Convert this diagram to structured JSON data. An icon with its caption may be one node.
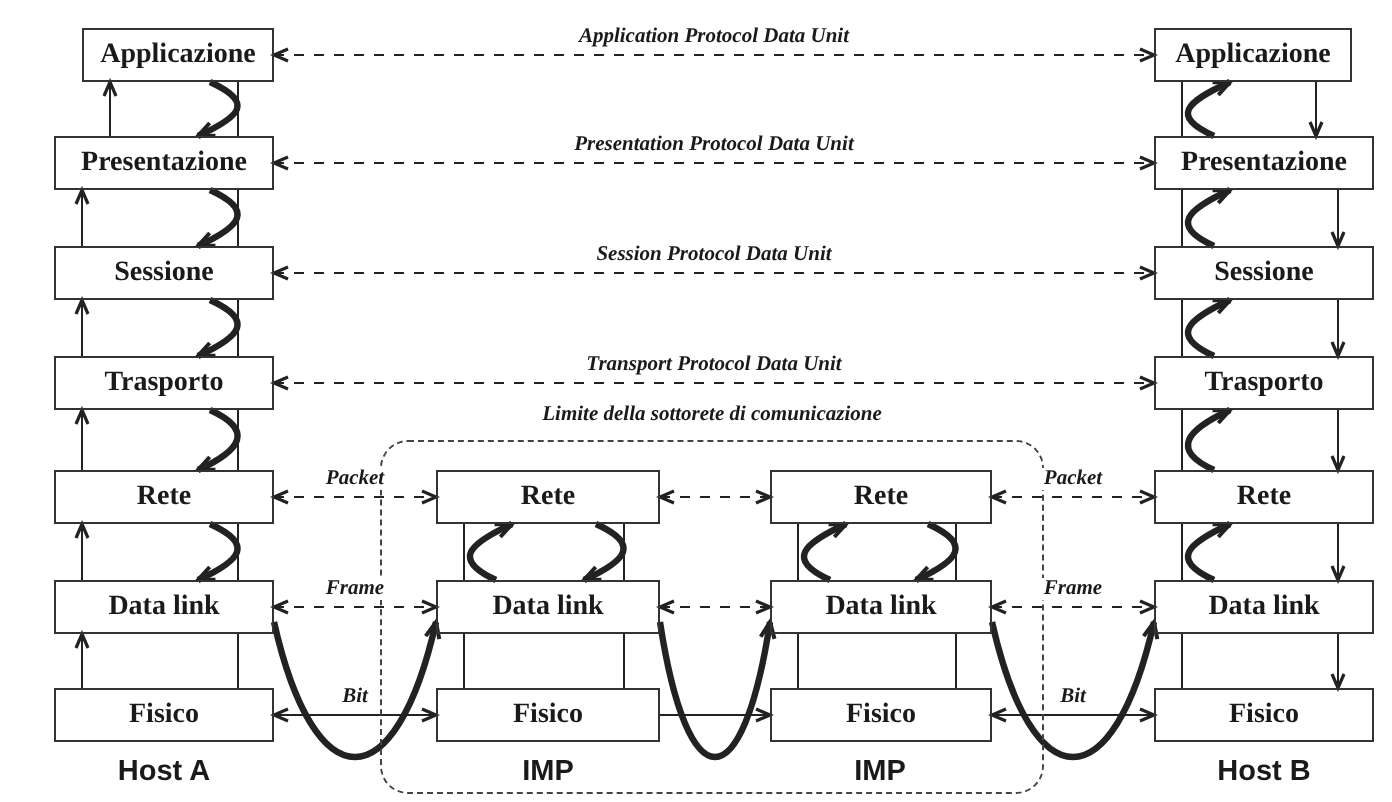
{
  "diagram": {
    "nodes": [
      {
        "text": [
          "Applicazione"
        ]
      },
      {
        "text": [
          "Presentazione"
        ]
      },
      {
        "text": [
          "Sessione"
        ]
      },
      {
        "text": [
          "Trasporto"
        ]
      },
      {
        "text": [
          "Rete"
        ]
      },
      {
        "text": [
          "Data link"
        ]
      },
      {
        "text": [
          "Fisico"
        ]
      },
      {
        "text": [
          "Limite della sottorete di comunicazione"
        ]
      },
      {
        "text": [
          "Rete"
        ],
        "in": 7
      },
      {
        "text": [
          "Data link"
        ],
        "in": 7
      },
      {
        "text": [
          "Fisico"
        ],
        "in": 7
      },
      {
        "text": [
          "Rete"
        ],
        "in": 7
      },
      {
        "text": [
          "Data link"
        ],
        "in": 7
      },
      {
        "text": [
          "Fisico"
        ],
        "in": 7
      },
      {
        "text": [
          "Applicazione"
        ]
      },
      {
        "text": [
          "Presentazione"
        ]
      },
      {
        "text": [
          "Sessione"
        ]
      },
      {
        "text": [
          "Trasporto"
        ]
      },
      {
        "text": [
          "Rete"
        ]
      },
      {
        "text": [
          "Data link"
        ]
      },
      {
        "text": [
          "Fisico"
        ]
      }
    ],
    "edges": [
      {
        "from": 6,
        "to": 5,
        "arrow": "to"
      },
      {
        "from": 5,
        "to": 4,
        "arrow": "to"
      },
      {
        "from": 4,
        "to": 3,
        "arrow": "to"
      },
      {
        "from": 3,
        "to": 2,
        "arrow": "to"
      },
      {
        "from": 2,
        "to": 1,
        "arrow": "to"
      },
      {
        "from": 1,
        "to": 0,
        "arrow": "to"
      },
      {
        "from": 0,
        "to": 1,
        "arrow": "none"
      },
      {
        "from": 1,
        "to": 2,
        "arrow": "none"
      },
      {
        "from": 2,
        "to": 3,
        "arrow": "none"
      },
      {
        "from": 3,
        "to": 4,
        "arrow": "none"
      },
      {
        "from": 4,
        "to": 5,
        "arrow": "none"
      },
      {
        "from": 5,
        "to": 6,
        "arrow": "none"
      },
      {
        "from": 10,
        "to": 9,
        "arrow": "none"
      },
      {
        "from": 9,
        "to": 8,
        "arrow": "none"
      },
      {
        "from": 8,
        "to": 9,
        "arrow": "none"
      },
      {
        "from": 9,
        "to": 10,
        "arrow": "none"
      },
      {
        "from": 13,
        "to": 12,
        "arrow": "none"
      },
      {
        "from": 12,
        "to": 11,
        "arrow": "none"
      },
      {
        "from": 11,
        "to": 12,
        "arrow": "none"
      },
      {
        "from": 12,
        "to": 13,
        "arrow": "none"
      },
      {
        "from": 14,
        "to": 15,
        "arrow": "to"
      },
      {
        "from": 15,
        "to": 16,
        "arrow": "to"
      },
      {
        "from": 16,
        "to": 17,
        "arrow": "to"
      },
      {
        "from": 17,
        "to": 18,
        "arrow": "to"
      },
      {
        "from": 18,
        "to": 19,
        "arrow": "to"
      },
      {
        "from": 19,
        "to": 20,
        "arrow": "to"
      },
      {
        "from": 20,
        "to": 19,
        "arrow": "none"
      },
      {
        "from": 19,
        "to": 18,
        "arrow": "none"
      },
      {
        "from": 18,
        "to": 17,
        "arrow": "none"
      },
      {
        "from": 17,
        "to": 16,
        "arrow": "none"
      },
      {
        "from": 16,
        "to": 15,
        "arrow": "none"
      },
      {
        "from": 15,
        "to": 14,
        "arrow": "none"
      },
      {
        "from": 0,
        "to": 14,
        "arrow": "both",
        "style": "dashed",
        "label": "Application Protocol Data Unit"
      },
      {
        "from": 1,
        "to": 15,
        "arrow": "both",
        "style": "dashed",
        "label": "Presentation Protocol Data Unit"
      },
      {
        "from": 2,
        "to": 16,
        "arrow": "both",
        "style": "dashed",
        "label": "Session Protocol Data Unit"
      },
      {
        "from": 3,
        "to": 17,
        "arrow": "both",
        "style": "dashed",
        "label": "Transport Protocol Data Unit"
      },
      {
        "from": 4,
        "to": 8,
        "arrow": "both",
        "style": "dashed",
        "label": "Packet"
      },
      {
        "from": 8,
        "to": 11,
        "arrow": "both",
        "style": "dashed"
      },
      {
        "from": 11,
        "to": 18,
        "arrow": "both",
        "style": "dashed",
        "label": "Packet"
      },
      {
        "from": 5,
        "to": 9,
        "arrow": "both",
        "style": "dashed",
        "label": "Frame"
      },
      {
        "from": 9,
        "to": 12,
        "arrow": "both",
        "style": "dashed"
      },
      {
        "from": 12,
        "to": 19,
        "arrow": "both",
        "style": "dashed",
        "label": "Frame"
      },
      {
        "from": 6,
        "to": 10,
        "arrow": "both",
        "label": "Bit"
      },
      {
        "from": 10,
        "to": 13,
        "arrow": "to"
      },
      {
        "from": 13,
        "to": 20,
        "arrow": "both",
        "label": "Bit"
      },
      {
        "from": 0,
        "to": 1,
        "arrow": "to",
        "style": "thick"
      },
      {
        "from": 1,
        "to": 2,
        "arrow": "to",
        "style": "thick"
      },
      {
        "from": 2,
        "to": 3,
        "arrow": "to",
        "style": "thick"
      },
      {
        "from": 3,
        "to": 4,
        "arrow": "to",
        "style": "thick"
      },
      {
        "from": 4,
        "to": 5,
        "arrow": "to",
        "style": "thick"
      },
      {
        "from": 5,
        "to": 9,
        "arrow": "to",
        "style": "thick"
      },
      {
        "from": 9,
        "to": 8,
        "arrow": "to",
        "style": "thick"
      },
      {
        "from": 8,
        "to": 9,
        "arrow": "to",
        "style": "thick"
      },
      {
        "from": 9,
        "to": 12,
        "arrow": "to",
        "style": "thick"
      },
      {
        "from": 12,
        "to": 11,
        "arrow": "to",
        "style": "thick"
      },
      {
        "from": 11,
        "to": 12,
        "arrow": "to",
        "style": "thick"
      },
      {
        "from": 12,
        "to": 19,
        "arrow": "to",
        "style": "thick"
      },
      {
        "from": 19,
        "to": 18,
        "arrow": "to",
        "style": "thick"
      },
      {
        "from": 18,
        "to": 17,
        "arrow": "to",
        "style": "thick"
      },
      {
        "from": 17,
        "to": 16,
        "arrow": "to",
        "style": "thick"
      },
      {
        "from": 16,
        "to": 15,
        "arrow": "to",
        "style": "thick"
      },
      {
        "from": 15,
        "to": 14,
        "arrow": "to",
        "style": "thick"
      }
    ],
    "labels": [
      "Host A",
      "IMP",
      "IMP",
      "Host B"
    ]
  }
}
